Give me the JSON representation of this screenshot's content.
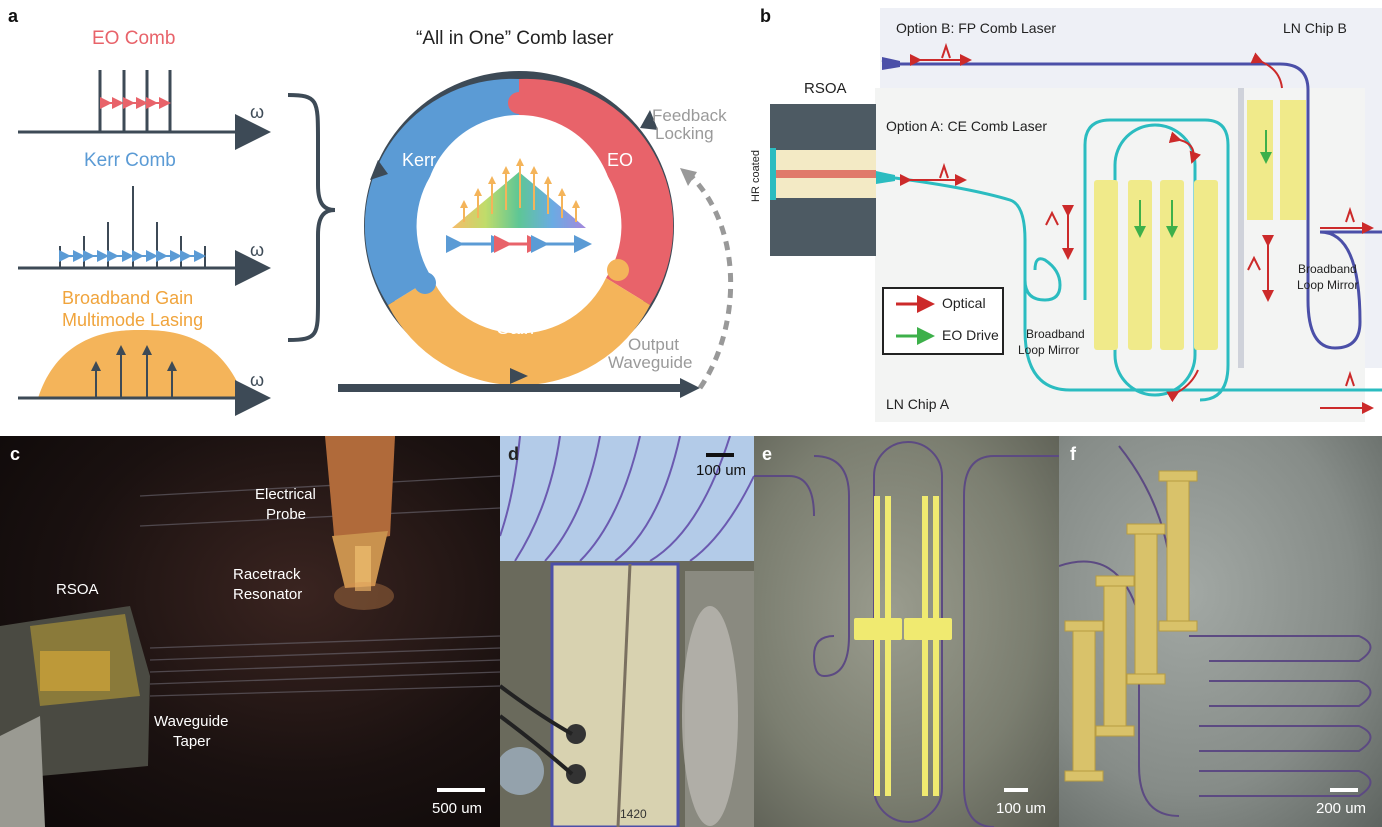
{
  "panel_a": {
    "label": "a",
    "eo_comb_label": "EO Comb",
    "kerr_comb_label": "Kerr Comb",
    "gain_label_line1": "Broadband Gain",
    "gain_label_line2": "Multimode Lasing",
    "omega": "ω",
    "ring_title": "“All in One” Comb laser",
    "kerr_segment": "Kerr",
    "eo_segment": "EO",
    "gain_segment": "Gain",
    "feedback_line1": "Feedback",
    "feedback_line2": "Locking",
    "output_line1": "Output",
    "output_line2": "Waveguide"
  },
  "panel_b": {
    "label": "b",
    "rsoa_title": "RSOA",
    "hr_coated": "HR coated",
    "option_a": "Option A: CE Comb Laser",
    "option_b": "Option B: FP Comb Laser",
    "chip_a": "LN Chip A",
    "chip_b": "LN Chip B",
    "loop_mirror_a_line1": "Broadband",
    "loop_mirror_a_line2": "Loop Mirror",
    "loop_mirror_b_line1": "Broadband",
    "loop_mirror_b_line2": "Loop Mirror",
    "legend_optical": "Optical",
    "legend_eo_drive": "EO Drive"
  },
  "panel_c": {
    "label": "c",
    "electrical_probe_line1": "Electrical",
    "electrical_probe_line2": "Probe",
    "racetrack_line1": "Racetrack",
    "racetrack_line2": "Resonator",
    "rsoa": "RSOA",
    "waveguide_line1": "Waveguide",
    "waveguide_line2": "Taper",
    "scale": "500 um"
  },
  "panel_d": {
    "label": "d",
    "scale": "100 um",
    "chip_text": "1420"
  },
  "panel_e": {
    "label": "e",
    "scale": "100 um"
  },
  "panel_f": {
    "label": "f",
    "scale": "200 um"
  },
  "colors": {
    "eo_red": "#e8636a",
    "kerr_blue": "#5b9bd5",
    "gain_orange": "#f4b45a",
    "dark_slate": "#3d4a56",
    "cyan_waveguide": "#2bbcc0",
    "purple_waveguide": "#4b4fa8",
    "electrode_yellow": "#f0ea8a"
  }
}
